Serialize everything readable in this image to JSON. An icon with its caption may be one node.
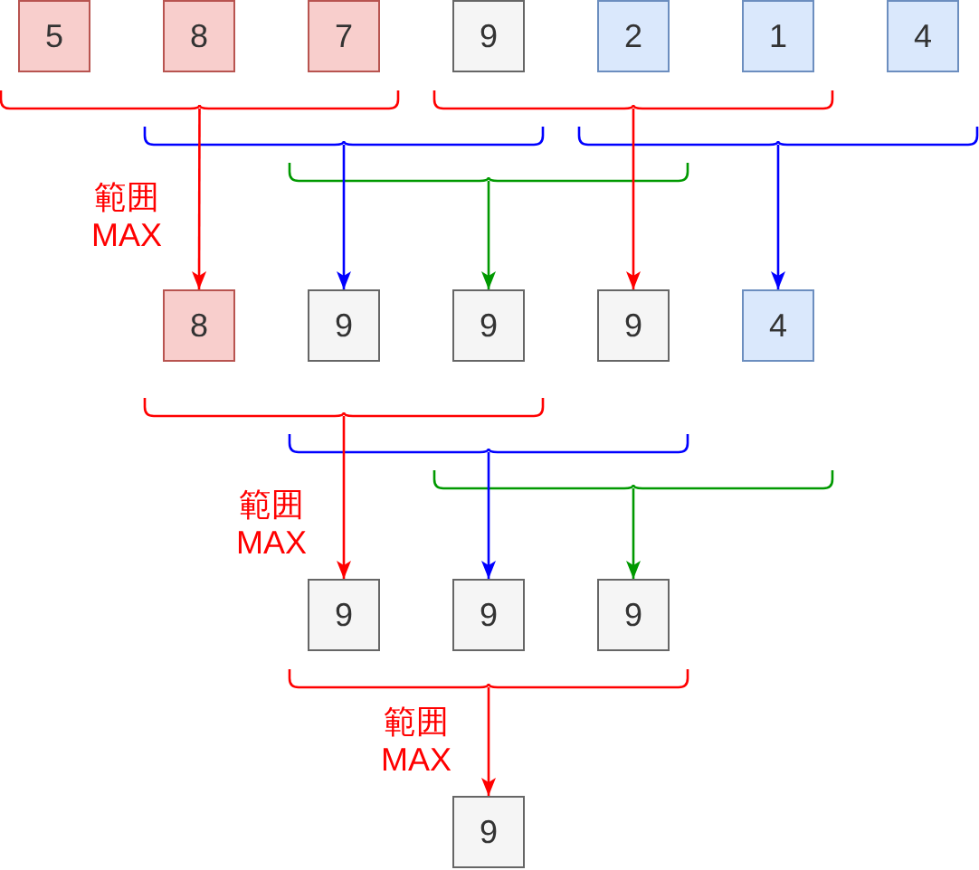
{
  "diagram": {
    "nodes": [
      {
        "text": [
          "5"
        ]
      },
      {
        "text": [
          "8"
        ]
      },
      {
        "text": [
          "7"
        ]
      },
      {
        "text": [
          "9"
        ]
      },
      {
        "text": [
          "2"
        ]
      },
      {
        "text": [
          "1"
        ]
      },
      {
        "text": [
          "4"
        ]
      },
      {
        "text": [
          "8"
        ]
      },
      {
        "text": [
          "9"
        ]
      },
      {
        "text": [
          "9"
        ]
      },
      {
        "text": [
          "9"
        ]
      },
      {
        "text": [
          "4"
        ]
      },
      {
        "text": [
          "9"
        ]
      },
      {
        "text": [
          "9"
        ]
      },
      {
        "text": [
          "9"
        ]
      },
      {
        "text": [
          "9"
        ]
      }
    ],
    "edges": [
      {
        "from": null,
        "to": 7,
        "arrow": "to"
      },
      {
        "from": null,
        "to": 8,
        "arrow": "to",
        "color": "#0000ff"
      },
      {
        "from": null,
        "to": 9,
        "arrow": "to",
        "color": "#009900"
      },
      {
        "from": null,
        "to": 10,
        "arrow": "to"
      },
      {
        "from": null,
        "to": 11,
        "arrow": "to",
        "color": "#0000ff"
      },
      {
        "from": null,
        "to": 12,
        "arrow": "to"
      },
      {
        "from": null,
        "to": 13,
        "arrow": "to",
        "color": "#0000ff"
      },
      {
        "from": null,
        "to": 14,
        "arrow": "to",
        "color": "#009900"
      },
      {
        "from": null,
        "to": 15,
        "arrow": "to"
      }
    ],
    "labels": [
      "範囲 MAX",
      "範囲 MAX",
      "範囲 MAX"
    ]
  }
}
